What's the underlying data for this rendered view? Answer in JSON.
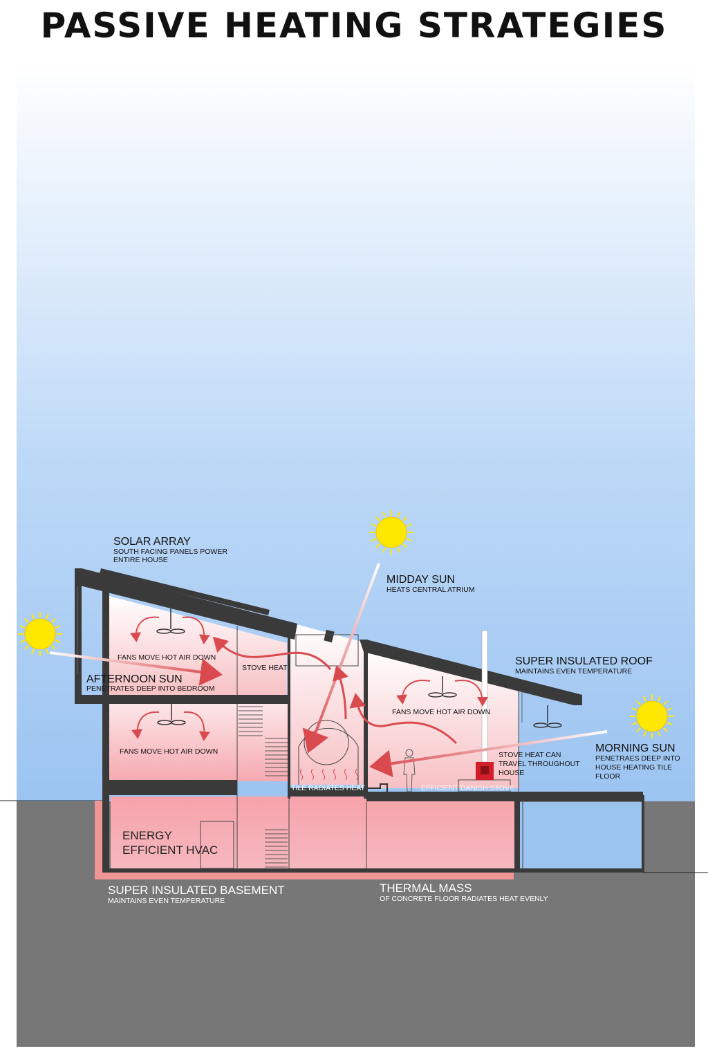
{
  "title": "PASSIVE HEATING STRATEGIES",
  "labels": {
    "solar_array": {
      "title": "SOLAR ARRAY",
      "line1": "SOUTH FACING PANELS POWER",
      "line2": "ENTIRE HOUSE"
    },
    "midday_sun": {
      "title": "MIDDAY SUN",
      "sub": "HEATS CENTRAL ATRIUM"
    },
    "afternoon_sun": {
      "title": "AFTERNOON SUN",
      "sub": "PENETRATES DEEP INTO BEDROOM"
    },
    "roof": {
      "title": "SUPER INSULATED ROOF",
      "sub": "MAINTAINS EVEN TEMPERATURE"
    },
    "morning_sun": {
      "title": "MORNING SUN",
      "line1": "PENETRAES DEEP INTO",
      "line2": "HOUSE HEATING TILE",
      "line3": "FLOOR"
    },
    "fans_upper_left": "FANS MOVE HOT AIR DOWN",
    "fans_lower_left": "FANS MOVE HOT AIR DOWN",
    "fans_right": "FANS MOVE HOT AIR DOWN",
    "stove_heat": "STOVE HEAT",
    "stove_travel": {
      "line1": "STOVE HEAT CAN",
      "line2": "TRAVEL THROUGHOUT",
      "line3": "HOUSE"
    },
    "tile_radiates": "TILE RADIATES HEAT",
    "danish_stove": "EFFICIENT DANISH STOVE",
    "hvac": {
      "line1": "ENERGY",
      "line2": "EFFICIENT HVAC"
    },
    "basement": {
      "title": "SUPER INSULATED BASEMENT",
      "sub": "MAINTAINS EVEN TEMPERATURE"
    },
    "thermal_mass": {
      "title": "THERMAL MASS",
      "sub": "OF CONCRETE FLOOR RADIATES HEAT EVENLY"
    }
  },
  "colors": {
    "sky_top": "#ffffff",
    "sky_bottom": "#9fc6f2",
    "ground": "#777777",
    "structure": "#3a3a3a",
    "arrow": "#d94a4f",
    "interior_warm": "#f6b2b7",
    "sun": "#ffe800",
    "basement_insulation": "#f09595"
  },
  "icons": [
    "sun-icon",
    "fan-icon",
    "person-icon",
    "stove-icon"
  ]
}
